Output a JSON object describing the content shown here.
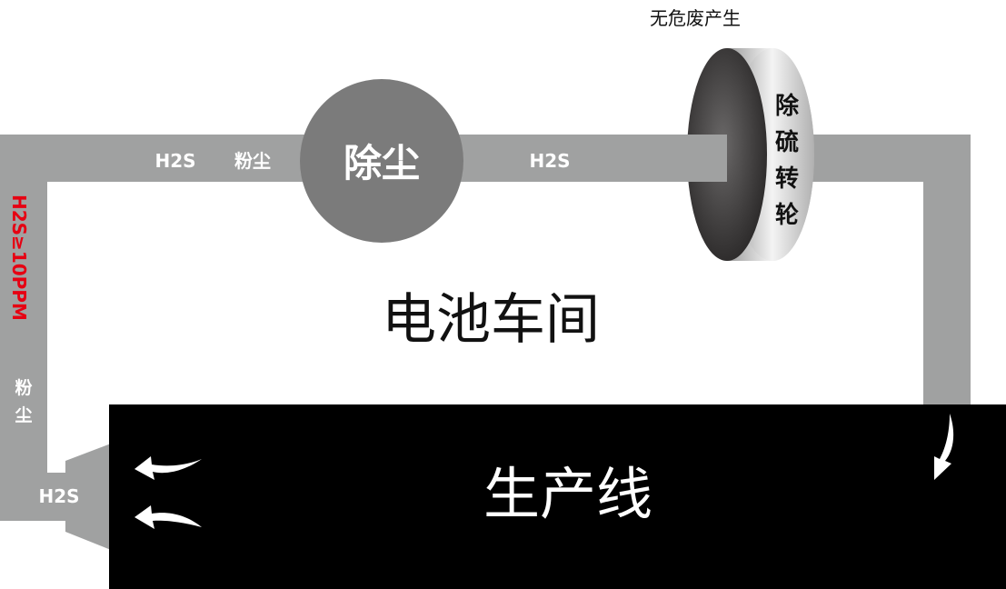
{
  "title": "电池车间",
  "production_line": "生产线",
  "dust_removal": "除尘",
  "desulfurization_wheel": [
    "除",
    "硫",
    "转",
    "轮"
  ],
  "no_hazardous_waste": "无危废产生",
  "labels": {
    "top_h2s_left": "H2S",
    "top_dust": "粉尘",
    "top_h2s_right": "H2S",
    "left_warning": "H2S≥10PPM",
    "left_dust": [
      "粉",
      "尘"
    ],
    "bottom_h2s": "H2S"
  },
  "colors": {
    "pipe": "#a0a1a1",
    "warning": "#e60012",
    "line": "#000000"
  }
}
